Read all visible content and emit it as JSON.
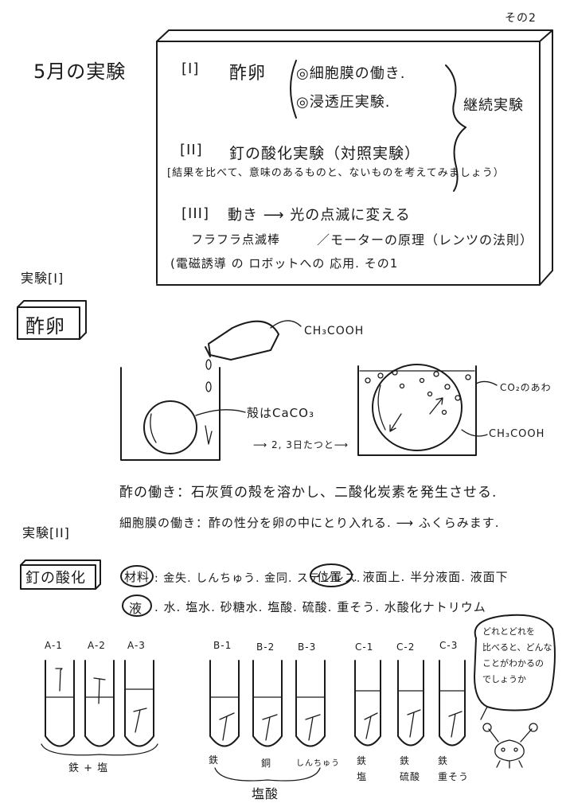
{
  "page_number": "その2",
  "main_title": "5月の実験",
  "plan": {
    "item1_num": "[I]",
    "item1_title": "酢卵",
    "item1_sub1": "◎細胞膜の働き.",
    "item1_sub2": "◎浸透圧実験.",
    "continuing": "継続実験",
    "item2_num": "[II]",
    "item2_title": "釘の酸化実験（対照実験）",
    "item2_note": "[結果を比べて、意味のあるものと、ないものを考えてみましょう）",
    "item3_num": "[III]",
    "item3_title": "動き ⟶ 光の点滅に変える",
    "item3_sub_a": "フラフラ点滅棒",
    "item3_sub_b": "／モーターの原理（レンツの法則）",
    "item3_note": "(電磁誘導 の ロボットへの 応用. その1"
  },
  "exp1": {
    "label": "実験[I]",
    "box_title": "酢卵",
    "acid": "CH₃COOH",
    "shell": "殻はCaCO₃",
    "days": "⟶ 2, 3日たつと⟶",
    "co2": "CO₂のあわ",
    "acid2": "CH₃COOH",
    "line1": "酢の働き：石灰質の殻を溶かし、二酸化炭素を発生させる.",
    "line2": "細胞膜の働き：酢の性分を卵の中にとり入れる. ⟶ ふくらみます."
  },
  "exp2": {
    "label": "実験[II]",
    "box_title": "釘の酸化",
    "materials_tag": "材料",
    "materials": ": 金失. しんちゅう. 金同. ステンレス.",
    "position_tag": "位置",
    "positions": ". 液面上. 半分液面. 液面下",
    "liquid_tag": "液",
    "liquids": ". 水. 塩水. 砂糖水. 塩酸. 硫酸. 重そう. 水酸化ナトリウム",
    "tubes_a": [
      "A-1",
      "A-2",
      "A-3"
    ],
    "tubes_b": [
      "B-1",
      "B-2",
      "B-3"
    ],
    "tubes_c": [
      "C-1",
      "C-2",
      "C-3"
    ],
    "group_a_caption": "鉄 + 塩",
    "b_captions": [
      "鉄",
      "銅",
      "しんちゅう"
    ],
    "group_b_caption": "塩酸",
    "c_captions": [
      "鉄\n塩",
      "鉄\n硫酸",
      "鉄\n重そう"
    ],
    "bubble": "どれとどれを\n比べると、どんな\nことがわかるの\nでしょうか"
  }
}
